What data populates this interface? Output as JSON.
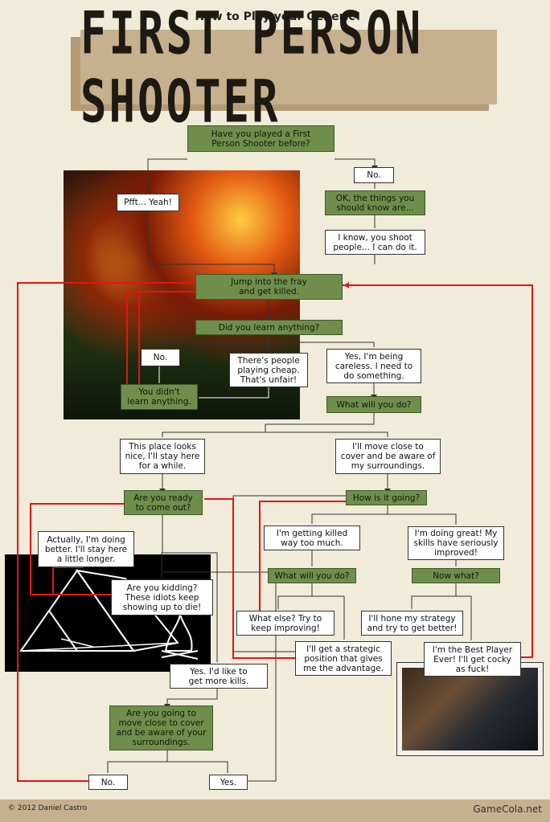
{
  "header": {
    "supertitle": "How to Play your Generic",
    "title": "FIRST PERSON SHOOTER"
  },
  "flowchart": {
    "q_played": "Have you played a First\nPerson Shooter before?",
    "a_yeah": "Pfft... Yeah!",
    "a_no": "No.",
    "ok_things": "OK, the things you\nshould know are...",
    "i_know": "I know, you shoot\npeople... I can do it.",
    "jump_fray": "Jump into the fray\nand get killed.",
    "did_learn": "Did you learn anything?",
    "learn_no": "No.",
    "cheap": "There's people\nplaying cheap.\nThat's unfair!",
    "careless": "Yes, I'm being\ncareless. I need to\ndo something.",
    "didnt_learn": "You didn't\nlearn anything.",
    "what_do_1": "What will you do?",
    "stay_here": "This place looks\nnice, I'll stay here\nfor a while.",
    "move_cover": "I'll move close to\ncover and be aware of\nmy surroundings.",
    "ready_out": "Are you ready\nto come out?",
    "how_going": "How is it going?",
    "doing_better": "Actually, I'm doing\nbetter. I'll stay here\na little longer.",
    "kidding": "Are you kidding?\nThese idiots keep\nshowing up to die!",
    "killed_much": "I'm getting killed\nway too much.",
    "doing_great": "I'm doing great! My\nskills have seriously\nimproved!",
    "what_do_2": "What will you do?",
    "now_what": "Now what?",
    "try_improving": "What else? Try to\nkeep improving!",
    "hone_strategy": "I'll hone my strategy\nand try to get better!",
    "strategic_pos": "I'll get a strategic\nposition that gives\nme the advantage.",
    "best_player": "I'm the Best Player\nEver! I'll get cocky\nas fuck!",
    "more_kills": "Yes. I'd like to\nget more kills.",
    "going_cover": "Are you going to\nmove close to cover\nand be aware of your\nsurroundings.",
    "final_no": "No.",
    "final_yes": "Yes."
  },
  "footer": {
    "copyright": "© 2012 Daniel Castro",
    "brand": "GameCola.net"
  },
  "colors": {
    "background": "#f1ebd9",
    "banner": "#c6b08d",
    "green_box": "#6f8e4c",
    "red_loop": "#e1141a"
  }
}
